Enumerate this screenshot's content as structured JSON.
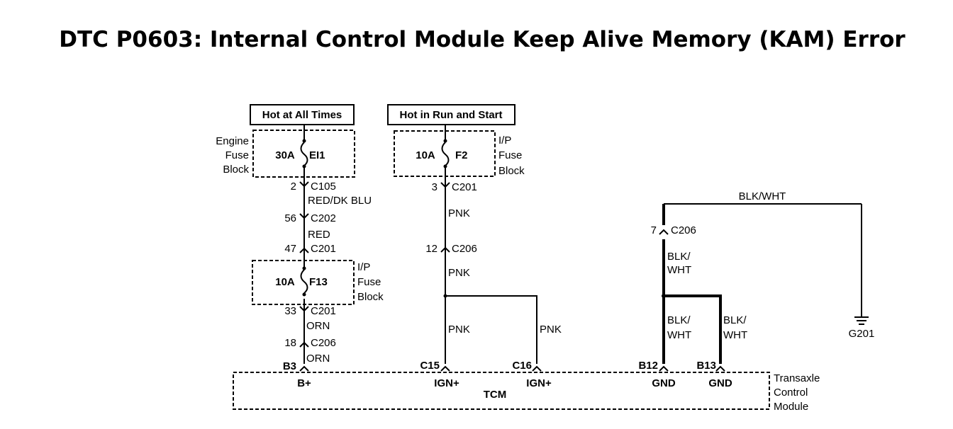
{
  "title": "DTC P0603: Internal Control Module Keep Alive Memory (KAM) Error",
  "circuit_left": {
    "source_label": "Hot at All Times",
    "engine_fuse_block": {
      "label_lines": [
        "Engine",
        "Fuse",
        "Block"
      ],
      "fuse_rating": "30A",
      "fuse_name": "EI1"
    },
    "conn1": {
      "pin": "2",
      "name": "C105"
    },
    "wire1": "RED/DK BLU",
    "conn2": {
      "pin": "56",
      "name": "C202"
    },
    "wire2": "RED",
    "conn3": {
      "pin": "47",
      "name": "C201"
    },
    "ip_fuse_block": {
      "label_lines": [
        "I/P",
        "Fuse",
        "Block"
      ],
      "fuse_rating": "10A",
      "fuse_name": "F13"
    },
    "conn4": {
      "pin": "33",
      "name": "C201"
    },
    "wire3": "ORN",
    "conn5": {
      "pin": "18",
      "name": "C206"
    },
    "wire4": "ORN",
    "tcm_pin": {
      "pin": "B3",
      "function": "B+"
    }
  },
  "circuit_mid": {
    "source_label": "Hot in Run and Start",
    "ip_fuse_block": {
      "label_lines": [
        "I/P",
        "Fuse",
        "Block"
      ],
      "fuse_rating": "10A",
      "fuse_name": "F2"
    },
    "conn1": {
      "pin": "3",
      "name": "C201"
    },
    "wire1": "PNK",
    "conn2": {
      "pin": "12",
      "name": "C206"
    },
    "wire2": "PNK",
    "wire3": "PNK",
    "wire4": "PNK",
    "tcm_pin1": {
      "pin": "C15",
      "function": "IGN+"
    },
    "tcm_pin2": {
      "pin": "C16",
      "function": "IGN+"
    }
  },
  "circuit_right": {
    "top_wire": "BLK/WHT",
    "conn1": {
      "pin": "7",
      "name": "C206"
    },
    "wire1_lines": [
      "BLK/",
      "WHT"
    ],
    "wire2_lines": [
      "BLK/",
      "WHT"
    ],
    "wire3_lines": [
      "BLK/",
      "WHT"
    ],
    "ground": "G201",
    "tcm_pin1": {
      "pin": "B12",
      "function": "GND"
    },
    "tcm_pin2": {
      "pin": "B13",
      "function": "GND"
    }
  },
  "tcm": {
    "name": "TCM",
    "label_lines": [
      "Transaxle",
      "Control",
      "Module"
    ]
  }
}
